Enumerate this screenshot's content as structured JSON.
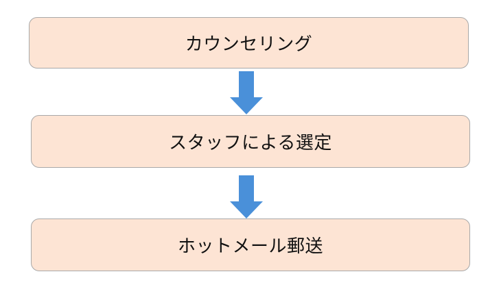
{
  "flow": {
    "steps": [
      {
        "label": "カウンセリング"
      },
      {
        "label": "スタッフによる選定"
      },
      {
        "label": "ホットメール郵送"
      }
    ],
    "colors": {
      "box_fill": "#fde4d4",
      "box_border": "#a8a8a8",
      "arrow": "#4a90d9"
    },
    "icons": {
      "connector": "arrow-down-icon"
    }
  }
}
